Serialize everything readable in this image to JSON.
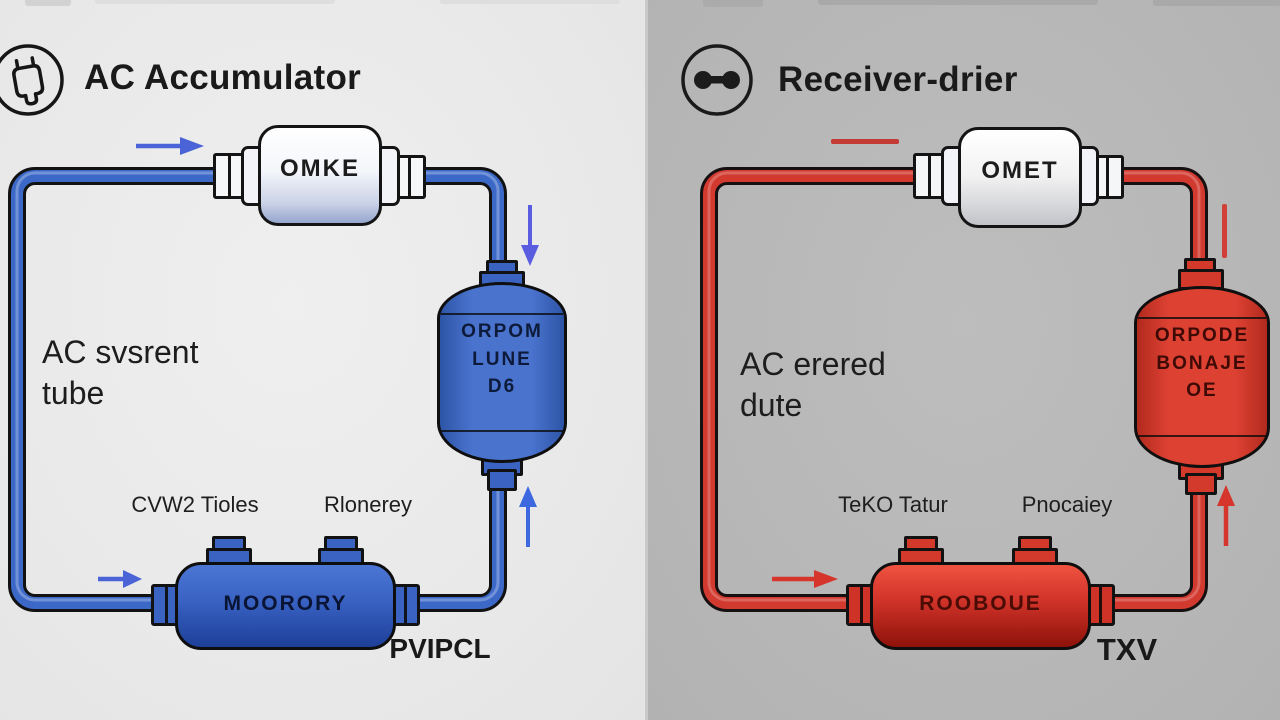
{
  "left_panel": {
    "title": "AC Accumulator",
    "header_icon": "plug-icon",
    "background_color": "#e9e9e9",
    "flow_color": "#3c69c8",
    "arrow_color": "#4a63d6",
    "side_note": {
      "line1": "AC svsrent",
      "line2": "tube"
    },
    "inline_filter_label": "OMKE",
    "tank_label": {
      "line1": "ORPOM",
      "line2": "LUNE",
      "line3": "D6"
    },
    "canister_label": "MOORORY",
    "caption_left": "CVW2 Tioles",
    "caption_right": "Rlonerey",
    "valve_caption": "PVIPCL"
  },
  "right_panel": {
    "title": "Receiver-drier",
    "header_icon": "connector-icon",
    "background_color": "#b7b7b7",
    "flow_color": "#d23a30",
    "arrow_color": "#d5352b",
    "side_note": {
      "line1": "AC erered",
      "line2": "dute"
    },
    "inline_filter_label": "OMET",
    "tank_label": {
      "line1": "ORPODE",
      "line2": "BONAJE",
      "line3": "OE"
    },
    "canister_label": "ROOBOUE",
    "caption_left": "TeKO Tatur",
    "caption_right": "Pnocaiey",
    "valve_caption": "TXV"
  }
}
